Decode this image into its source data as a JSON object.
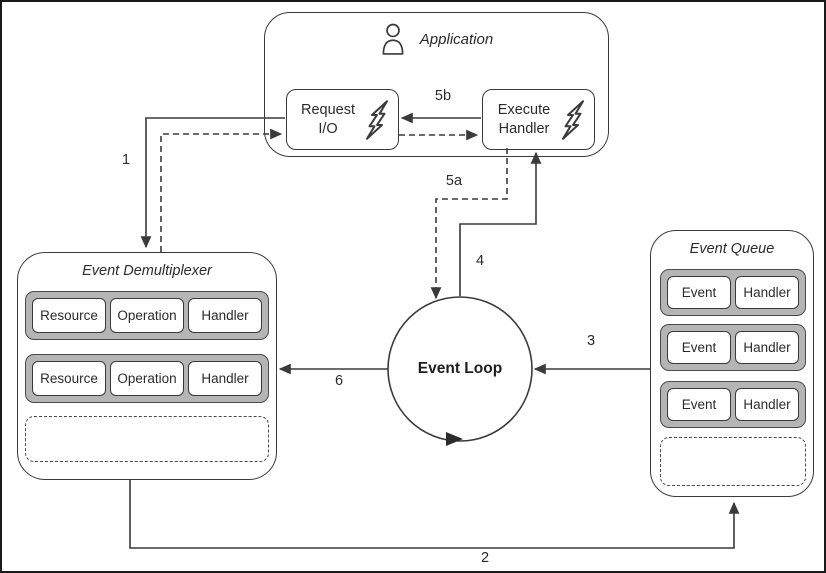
{
  "colors": {
    "stroke": "#3a3a3a",
    "row_fill": "#b5b5b5",
    "canvas_border": "#1a1a1a",
    "background": "#ffffff"
  },
  "application": {
    "title": "Application",
    "request_io_label": "Request I/O",
    "execute_handler_label": "Execute Handler"
  },
  "event_demultiplexer": {
    "title": "Event Demultiplexer",
    "rows": [
      {
        "cells": [
          "Resource",
          "Operation",
          "Handler"
        ]
      },
      {
        "cells": [
          "Resource",
          "Operation",
          "Handler"
        ]
      }
    ]
  },
  "event_queue": {
    "title": "Event Queue",
    "rows": [
      {
        "cells": [
          "Event",
          "Handler"
        ]
      },
      {
        "cells": [
          "Event",
          "Handler"
        ]
      },
      {
        "cells": [
          "Event",
          "Handler"
        ]
      }
    ]
  },
  "event_loop": {
    "label": "Event Loop"
  },
  "step_labels": {
    "s1": "1",
    "s2": "2",
    "s3": "3",
    "s4": "4",
    "s5a": "5a",
    "s5b": "5b",
    "s6": "6"
  },
  "icons": {
    "application": "person-outline",
    "request_io": "lightning-bolt",
    "execute_handler": "lightning-bolt"
  }
}
